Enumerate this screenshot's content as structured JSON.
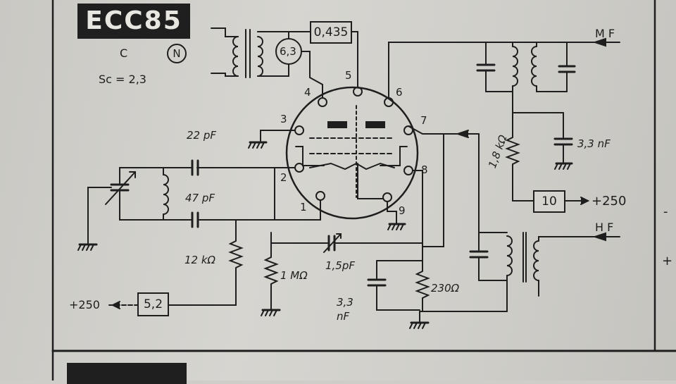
{
  "tube": {
    "name": "ECC85",
    "class": "C",
    "badge": "N",
    "slope": "Sc = 2,3"
  },
  "components": {
    "c_grid2": "22 pF",
    "c_grid1": "47 pF",
    "r_grid1": "12 kΩ",
    "r_1m": "1 MΩ",
    "c_trim": "1,5pF",
    "c_cathode": "3,3",
    "c_cathode_unit": "nF",
    "r_cathode": "230Ω",
    "r_anode": "1,8 kΩ",
    "c_decoup": "3,3 nF"
  },
  "boxes": {
    "transformer_current": "0,435",
    "heater_voltage": "6,3",
    "anode_current": "10",
    "grid_current": "5,2"
  },
  "supply": {
    "right": "+250",
    "left": "+250"
  },
  "signals": {
    "mf": "M F",
    "hf": "H F"
  },
  "pins": [
    "1",
    "2",
    "3",
    "4",
    "5",
    "6",
    "7",
    "8",
    "9"
  ],
  "side_marks": {
    "minus": "-",
    "plus": "+"
  }
}
